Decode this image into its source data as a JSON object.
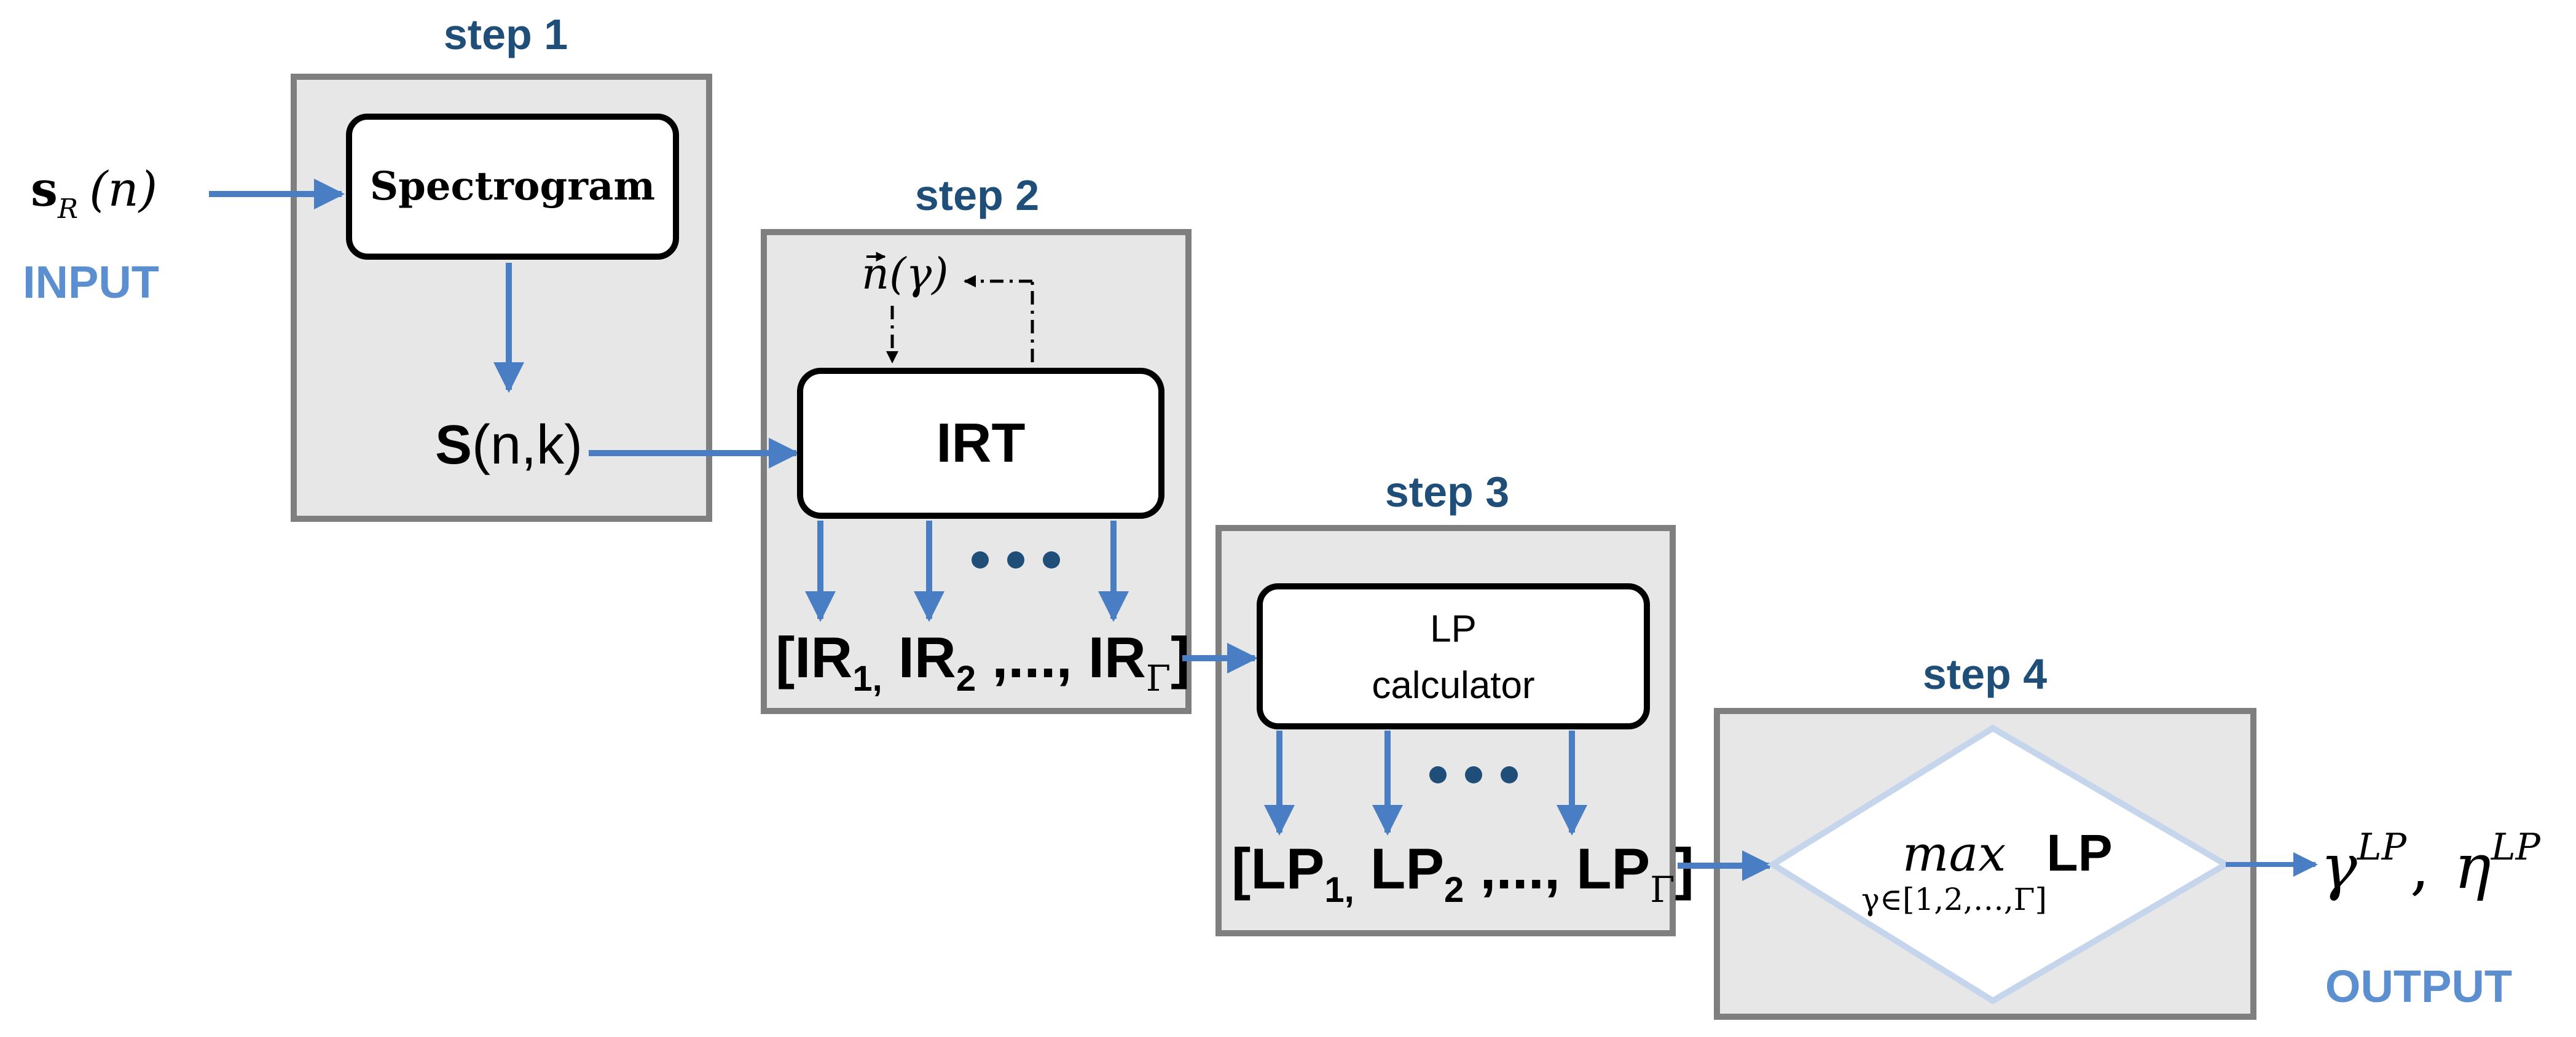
{
  "steps": [
    "step 1",
    "step 2",
    "step 3",
    "step 4"
  ],
  "input": {
    "label": "INPUT",
    "signal_main": "s",
    "signal_sub": "R",
    "signal_arg": "(n)"
  },
  "spectrogram": {
    "label": "Spectrogram"
  },
  "s_matrix": {
    "bold": "S",
    "rest": "(n,k)"
  },
  "irt": {
    "label": "IRT",
    "param_main": "n",
    "param_arg": "(γ)"
  },
  "ir_list": {
    "open": "[IR",
    "sub1": "1,",
    "item2": " IR",
    "sub2": "2",
    "mid": " ,..., IR",
    "subG": "Γ",
    "close": "]"
  },
  "lp_calc": {
    "line1": "LP",
    "line2": "calculator"
  },
  "lp_list": {
    "open": "[LP",
    "sub1": "1,",
    "item2": " LP",
    "sub2": "2",
    "mid": " ,..., LP",
    "subG": "Γ",
    "close": "]"
  },
  "max_node": {
    "op": "max",
    "range": "γ∈[1,2,…,Γ]",
    "arg": "LP"
  },
  "output": {
    "label": "OUTPUT",
    "gamma": "γ",
    "gamma_sup": "LP",
    "sep": ",",
    "eta": "η",
    "eta_sup": "LP"
  },
  "colors": {
    "step_title": "#1f4e79",
    "io_label": "#5b8fd0",
    "arrow": "#4a7ec4",
    "panel_fill": "#e7e7e7",
    "panel_stroke": "#7f7f7f",
    "diamond_stroke": "#c5d5ec"
  }
}
